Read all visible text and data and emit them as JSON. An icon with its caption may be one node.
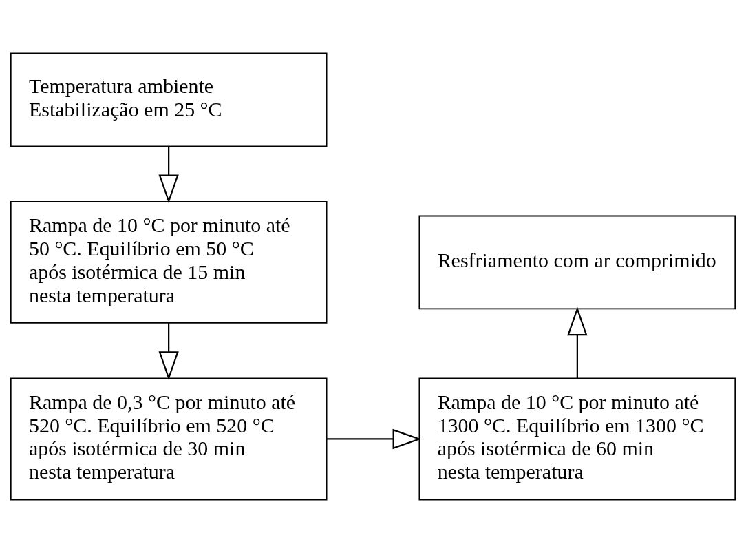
{
  "diagram": {
    "nodes": [
      {
        "text": [
          "Temperatura ambiente Estabilização em 25 °C"
        ]
      },
      {
        "text": [
          "Rampa de 10 °C por minuto até 50 °C. Equilíbrio em 50 °C após isotérmica de 15 min nesta temperatura"
        ]
      },
      {
        "text": [
          "Rampa de 0,3 °C por minuto até 520 °C. Equilíbrio em 520 °C após isotérmica de 30 min nesta temperatura"
        ]
      },
      {
        "text": [
          "Rampa de 10 °C por minuto até 1300 °C. Equilíbrio em 1300 °C após isotérmica de 60 min nesta temperatura"
        ]
      },
      {
        "text": [
          "Resfriamento com ar comprimido"
        ]
      }
    ],
    "edges": [
      {
        "from": 0,
        "to": 1,
        "arrow": "to"
      },
      {
        "from": 1,
        "to": 2,
        "arrow": "to"
      },
      {
        "from": 2,
        "to": 3,
        "arrow": "to"
      },
      {
        "from": 3,
        "to": 4,
        "arrow": "to"
      }
    ]
  }
}
